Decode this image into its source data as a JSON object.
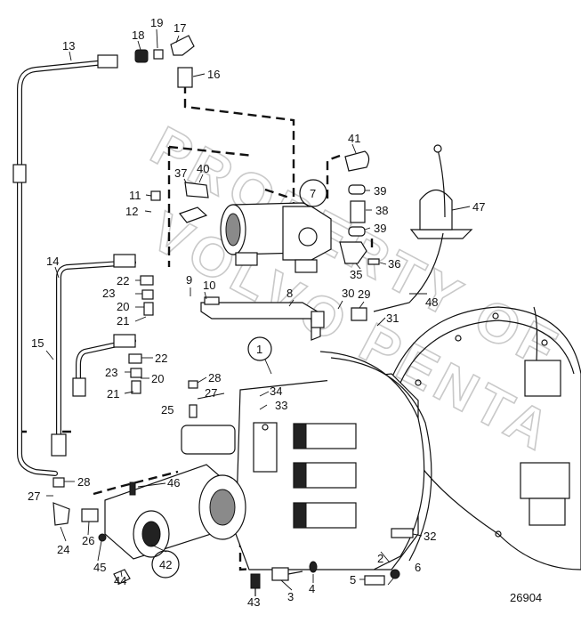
{
  "drawing_number": "26904",
  "watermark_lines": [
    "PROPERTY OF",
    "VOLVO PENTA"
  ],
  "callouts": [
    {
      "id": "n13",
      "label": "13"
    },
    {
      "id": "n18",
      "label": "18"
    },
    {
      "id": "n19",
      "label": "19"
    },
    {
      "id": "n17",
      "label": "17"
    },
    {
      "id": "n16",
      "label": "16"
    },
    {
      "id": "n41",
      "label": "41"
    },
    {
      "id": "n40",
      "label": "40"
    },
    {
      "id": "n37",
      "label": "37"
    },
    {
      "id": "n7",
      "label": "7"
    },
    {
      "id": "n39a",
      "label": "39"
    },
    {
      "id": "n38",
      "label": "38"
    },
    {
      "id": "n39b",
      "label": "39"
    },
    {
      "id": "n47",
      "label": "47"
    },
    {
      "id": "n11",
      "label": "11"
    },
    {
      "id": "n12",
      "label": "12"
    },
    {
      "id": "n14",
      "label": "14"
    },
    {
      "id": "n36",
      "label": "36"
    },
    {
      "id": "n35",
      "label": "35"
    },
    {
      "id": "n9",
      "label": "9"
    },
    {
      "id": "n10",
      "label": "10"
    },
    {
      "id": "n22a",
      "label": "22"
    },
    {
      "id": "n23a",
      "label": "23"
    },
    {
      "id": "n20a",
      "label": "20"
    },
    {
      "id": "n21a",
      "label": "21"
    },
    {
      "id": "n8",
      "label": "8"
    },
    {
      "id": "n30",
      "label": "30"
    },
    {
      "id": "n29",
      "label": "29"
    },
    {
      "id": "n48",
      "label": "48"
    },
    {
      "id": "n31",
      "label": "31"
    },
    {
      "id": "n1",
      "label": "1"
    },
    {
      "id": "n15",
      "label": "15"
    },
    {
      "id": "n22b",
      "label": "22"
    },
    {
      "id": "n23b",
      "label": "23"
    },
    {
      "id": "n20b",
      "label": "20"
    },
    {
      "id": "n21b",
      "label": "21"
    },
    {
      "id": "n28a",
      "label": "28"
    },
    {
      "id": "n27a",
      "label": "27"
    },
    {
      "id": "n34",
      "label": "34"
    },
    {
      "id": "n25",
      "label": "25"
    },
    {
      "id": "n33",
      "label": "33"
    },
    {
      "id": "n28b",
      "label": "28"
    },
    {
      "id": "n46",
      "label": "46"
    },
    {
      "id": "n27b",
      "label": "27"
    },
    {
      "id": "n24",
      "label": "24"
    },
    {
      "id": "n26",
      "label": "26"
    },
    {
      "id": "n32",
      "label": "32"
    },
    {
      "id": "n42",
      "label": "42"
    },
    {
      "id": "n45",
      "label": "45"
    },
    {
      "id": "n44",
      "label": "44"
    },
    {
      "id": "n2",
      "label": "2"
    },
    {
      "id": "n43",
      "label": "43"
    },
    {
      "id": "n3",
      "label": "3"
    },
    {
      "id": "n4",
      "label": "4"
    },
    {
      "id": "n5",
      "label": "5"
    },
    {
      "id": "n6",
      "label": "6"
    }
  ]
}
